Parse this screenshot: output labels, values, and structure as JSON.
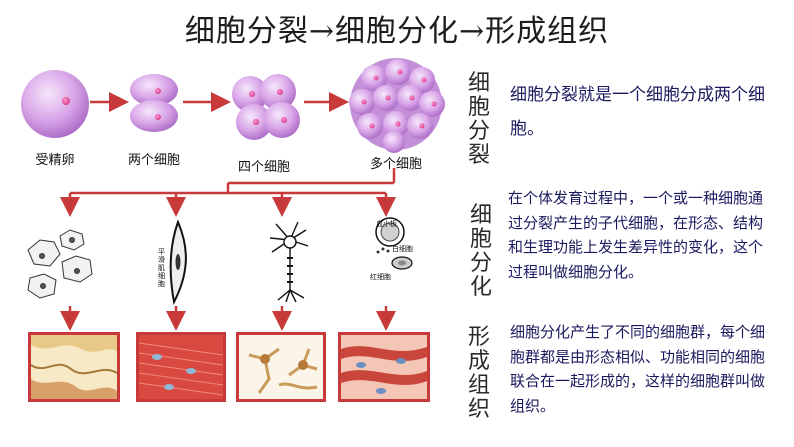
{
  "title": "细胞分裂→细胞分化→形成组织",
  "stages": [
    {
      "label": "受精卵"
    },
    {
      "label": "两个细胞"
    },
    {
      "label": "四个细胞"
    },
    {
      "label": "多个细胞"
    }
  ],
  "cell_types": {
    "smooth_muscle": "平滑肌细胞",
    "white_cell": "白细胞",
    "red_cell": "红细胞",
    "platelet": "血小板"
  },
  "sections": [
    {
      "heading": "细胞分裂",
      "text": "细胞分裂就是一个细胞分成两个细胞。"
    },
    {
      "heading": "细胞分化",
      "text": "在个体发育过程中，一个或一种细胞通过分裂产生的子代细胞，在形态、结构和生理功能上发生差异性的变化，这个过程叫做细胞分化。"
    },
    {
      "heading": "形成组织",
      "text": "细胞分化产生了不同的细胞群，每个细胞群都是由形态相似、功能相同的细胞联合在一起形成的，这样的细胞群叫做组织。"
    }
  ],
  "colors": {
    "arrow": "#c83a3a",
    "cell_fill": "#d8a4e6",
    "nucleus": "#e8589a",
    "text_blue": "#1a1a5e"
  }
}
